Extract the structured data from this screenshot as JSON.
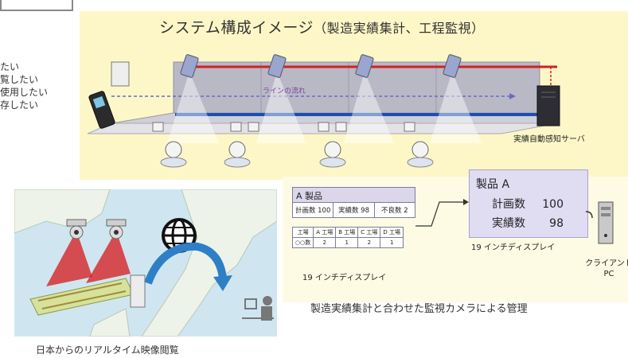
{
  "left_items": [
    "たい",
    "覧したい",
    "使用したい",
    "存したい"
  ],
  "diagram": {
    "title": "システム構成イメージ",
    "subtitle": "（製造実績集計、工程監視）",
    "line_flow_label": "ラインの流れ",
    "server_label": "実績自動感知サーバ"
  },
  "table": {
    "product": "A 製品",
    "stats": [
      "計画数 100",
      "実績数 98",
      "不良数 2"
    ],
    "factory_headers": [
      "工場",
      "A 工場",
      "B 工場",
      "C 工場",
      "D 工場"
    ],
    "factory_row": [
      "○○数",
      "2",
      "1",
      "2",
      "1"
    ],
    "display_label": "19 インチディスプレイ"
  },
  "display": {
    "product": "製品 A",
    "plan_label": "計画数",
    "plan_value": "100",
    "actual_label": "実績数",
    "actual_value": "98",
    "display_label": "19 インチディスプレイ"
  },
  "client": {
    "line1": "クライアント",
    "line2": "PC"
  },
  "bottom_caption": "製造実績集計と合わせた監視カメラによる管理",
  "map_caption": "日本からのリアルタイム映像閲覧",
  "colors": {
    "panel_yellow": "#fdf7c8",
    "display_purple": "#e0dcf2",
    "rail_red": "#d42020",
    "rail_blue": "#1a4fb8",
    "camera_beam_red": "#d61818",
    "arrow_blue": "#2f7fc6"
  }
}
